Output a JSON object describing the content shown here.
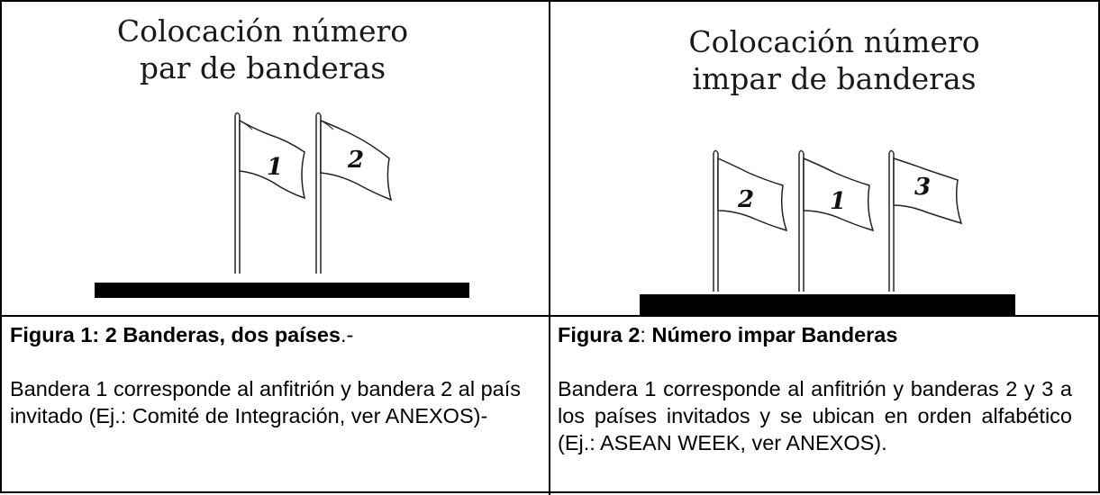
{
  "figure1": {
    "image_title_line1": "Colocación número",
    "image_title_line2": "par de banderas",
    "flag_labels": [
      "1",
      "2"
    ],
    "caption_bold": "Figura 1: 2 Banderas, dos países",
    "caption_tail": ".-",
    "description": "Bandera 1 corresponde al anfitrión y bandera 2 al país invitado (Ej.: Comité de Integración, ver ANEXOS)-"
  },
  "figure2": {
    "image_title_line1": "Colocación número",
    "image_title_line2": "impar de banderas",
    "flag_labels": [
      "2",
      "1",
      "3"
    ],
    "caption_bold_a": "Figura 2",
    "caption_sep": ": ",
    "caption_bold_b": "Número impar Banderas",
    "description": "Bandera 1 corresponde al anfitrión y banderas 2 y 3 a los países invitados y se ubican en orden alfabético (Ej.: ASEAN WEEK, ver ANEXOS)."
  }
}
